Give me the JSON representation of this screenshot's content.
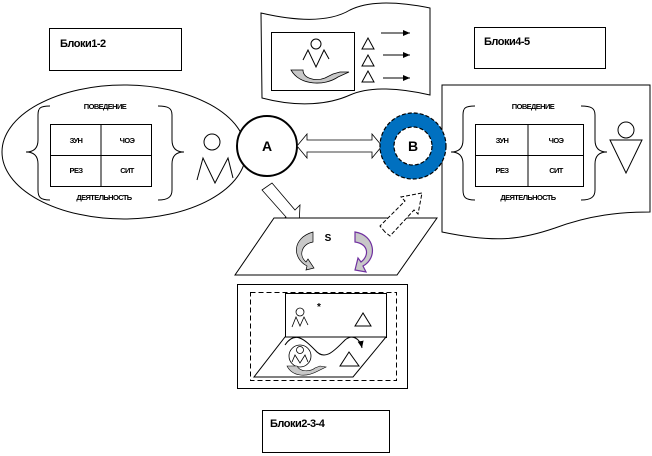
{
  "labels": {
    "blocks_1_2": "Блоки1-2",
    "blocks_4_5": "Блоки4-5",
    "blocks_2_3_4": "Блоки2-3-4"
  },
  "left_panel": {
    "top": "ПОВЕДЕНИЕ",
    "bottom": "ДЕЯТЕЛЬНОСТЬ",
    "cells": [
      "ЗУН",
      "ЧОЭ",
      "РЕЗ",
      "СИТ"
    ]
  },
  "right_panel": {
    "top": "ПОВЕДЕНИЕ",
    "bottom": "ДЕЯТЕЛЬНОСТЬ",
    "cells": [
      "ЗУН",
      "ЧОЭ",
      "РЕЗ",
      "СИТ"
    ]
  },
  "nodes": {
    "a": "A",
    "b": "B",
    "s": "S",
    "star": "*"
  },
  "colors": {
    "ring_blue": "#0070c0",
    "purple_arrow": "#7030a0",
    "gray_fill": "#c8c8c8"
  }
}
